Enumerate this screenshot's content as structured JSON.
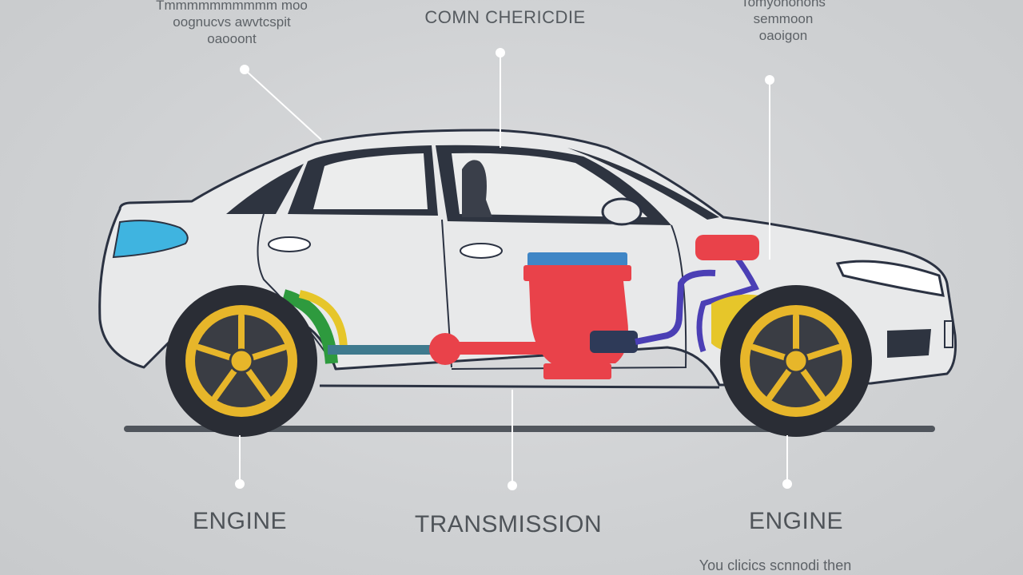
{
  "diagram": {
    "title": "COMN CHERICDIE",
    "top_left_label": [
      "Tmmmmmmmmmm moo",
      "oognucvs awvtcspit",
      "oaooont"
    ],
    "top_right_label": [
      "Tomyononons",
      "semmoon",
      "oaoigon"
    ],
    "bottom_labels": {
      "left": "ENGINE",
      "center": "TRANSMISSION",
      "right": "ENGINE"
    },
    "footer_text": "You clicics scnnodi then",
    "colors": {
      "background": "#d3d5d7",
      "body": "#e8e9ea",
      "outline": "#2b3242",
      "wheel_rim": "#e7b62a",
      "tire": "#2a2d35",
      "engine_red": "#e9424a",
      "engine_blue": "#3f86c6",
      "hose_purple": "#4b3fb5",
      "headlight_cyan": "#3fb4e0",
      "leader_line": "#ffffff"
    },
    "icons": [
      "car-body",
      "front-wheel-icon",
      "rear-wheel-icon",
      "engine-block-icon",
      "headlight-icon",
      "taillight-icon"
    ]
  }
}
